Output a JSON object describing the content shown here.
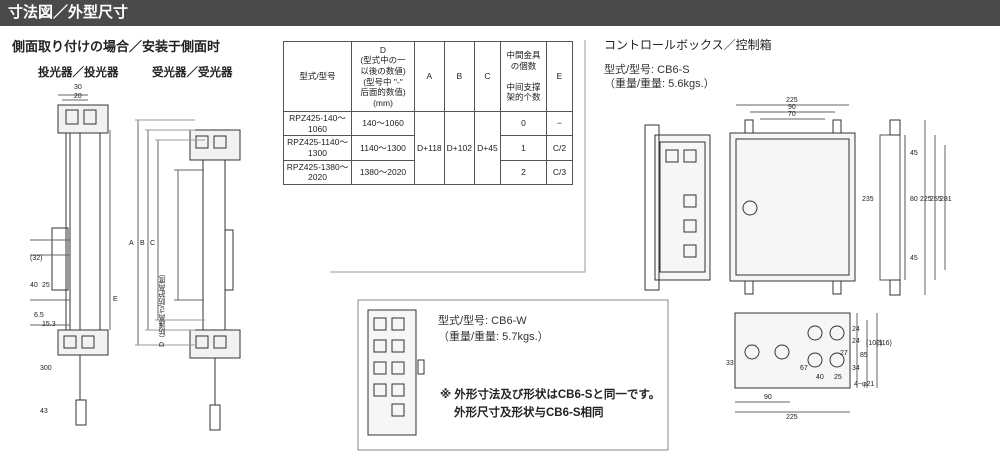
{
  "header": {
    "title": "寸法図／外型尺寸"
  },
  "side_mount": {
    "title": "側面取り付けの場合／安装于側面时",
    "emitter": "投光器／投光器",
    "receiver": "受光器／受光器"
  },
  "emitter_dims": {
    "top_w1": "30",
    "top_w2": "20",
    "d32": "(32)",
    "d40": "40",
    "d25": "25",
    "d65": "6.5",
    "d15": "15.3",
    "d300": "300",
    "d43": "43",
    "lbl_e": "E"
  },
  "receiver_dims": {
    "a": "A",
    "b": "B",
    "c": "C",
    "d": "D（防護高さ/防护高度）"
  },
  "table": {
    "headers": {
      "model": "型式/型号",
      "d": "D\n(型式中の一\n以後の数値)\n(型号中 \"-\"\n后面的数值)\n(mm)",
      "a": "A",
      "b": "B",
      "c": "C",
      "mid": "中間金具\nの個数\n\n中间支撑\n架的个数",
      "e": "E"
    },
    "rows": [
      {
        "model": "RPZ425-140〜1060",
        "d": "140〜1060",
        "mid": "0",
        "e": "−"
      },
      {
        "model": "RPZ425-1140〜1300",
        "d": "1140〜1300",
        "mid": "1",
        "e": "C/2"
      },
      {
        "model": "RPZ425-1380〜2020",
        "d": "1380〜2020",
        "mid": "2",
        "e": "C/3"
      }
    ],
    "a_val": "D+118",
    "b_val": "D+102",
    "c_val": "D+45"
  },
  "control_box": {
    "title": "コントロールボックス／控制箱",
    "model": "型式/型号: CB6-S",
    "weight": "（重量/重量: 5.6kgs.）",
    "dims": {
      "w225": "225",
      "w90": "90",
      "w70": "70",
      "h235": "235",
      "h225": "225",
      "h255": "255",
      "h281": "281",
      "d45a": "45",
      "d45b": "45",
      "d80": "80",
      "d24a": "24",
      "d24b": "24",
      "d27": "27",
      "d34": "34",
      "d85": "85",
      "d102": "(102)",
      "d116": "(116)",
      "d33": "33",
      "d67": "67",
      "d40": "40",
      "d25": "25",
      "holes": "4−φ21",
      "b90": "90",
      "b225": "225"
    }
  },
  "cb6w": {
    "model": "型式/型号: CB6-W",
    "weight": "（重量/重量: 5.7kgs.）",
    "note1": "※ 外形寸法及び形状はCB6-Sと同一です。",
    "note2": "外形尺寸及形状与CB6-S相同"
  }
}
